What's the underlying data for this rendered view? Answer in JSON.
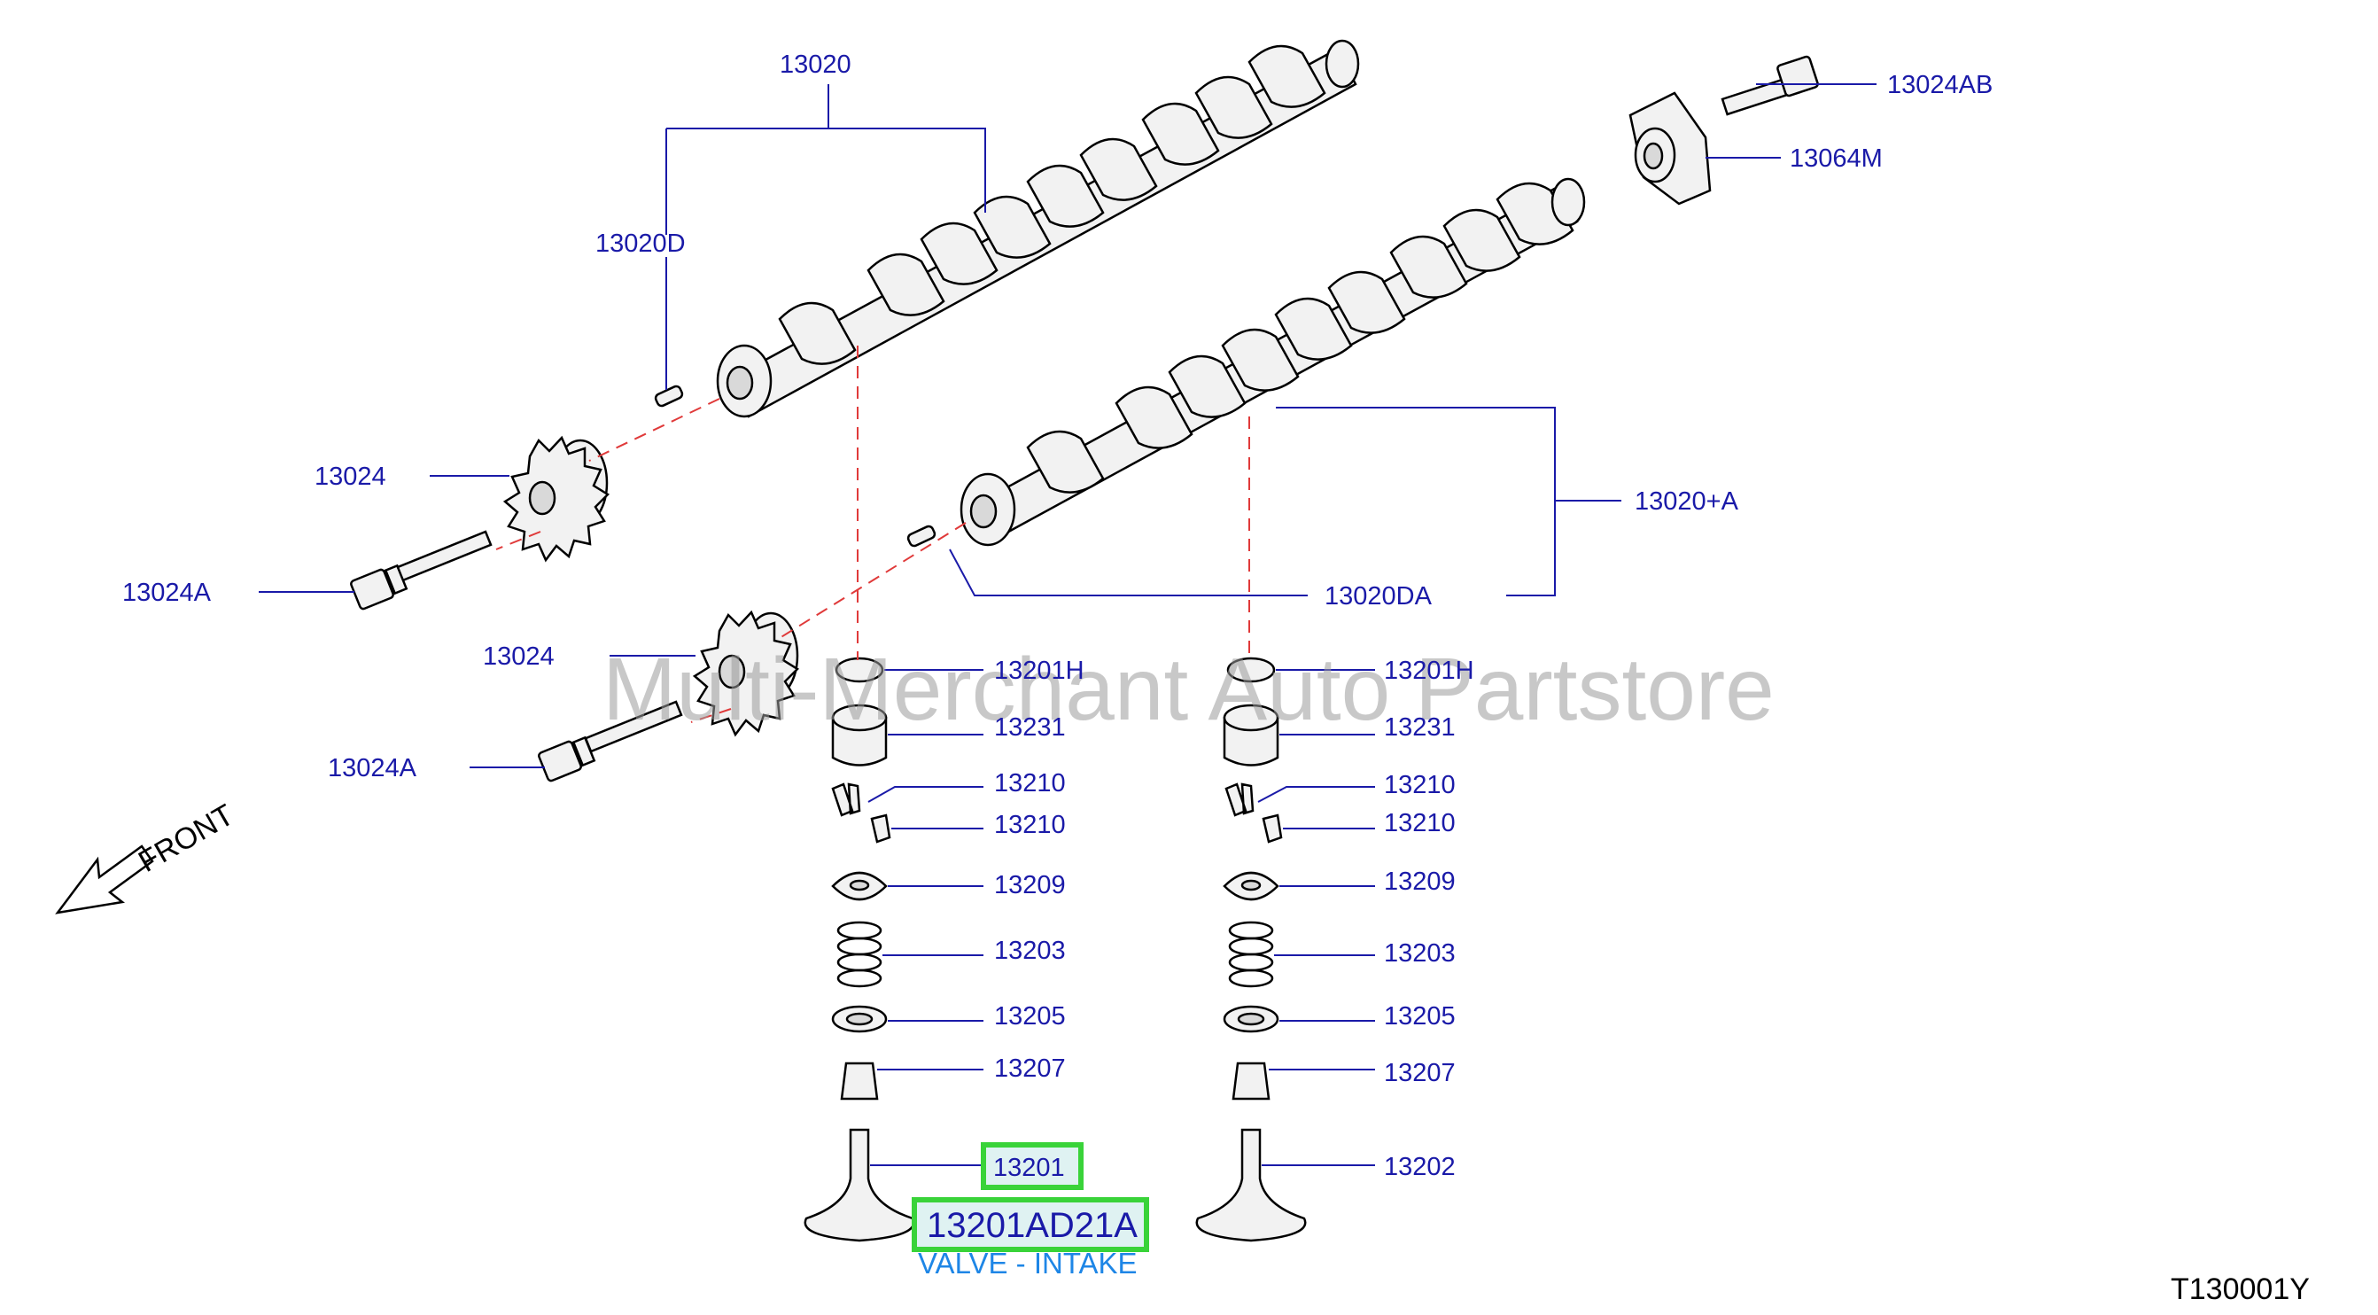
{
  "diagram": {
    "watermark": "Multi-Merchant Auto Partstore",
    "figure_code": "T130001Y",
    "front_label": "FRONT",
    "labels": {
      "camshaft_upper": "13020",
      "dowel_upper": "13020D",
      "sprocket_upper": "13024",
      "bolt_upper": "13024A",
      "bolt_right": "13024AB",
      "plate_right": "13064M",
      "camshaft_lower": "13020+A",
      "dowel_lower": "13020DA",
      "sprocket_lower": "13024",
      "bolt_lower": "13024A",
      "shim_left": "13201H",
      "lifter_left": "13231",
      "collet_left_a": "13210",
      "collet_left_b": "13210",
      "retainer_left": "13209",
      "spring_left": "13203",
      "seat_left": "13205",
      "seal_left": "13207",
      "valve_left": "13201",
      "shim_right": "13201H",
      "lifter_right": "13231",
      "collet_right_a": "13210",
      "collet_right_b": "13210",
      "retainer_right": "13209",
      "spring_right": "13203",
      "seat_right": "13205",
      "seal_right": "13207",
      "valve_right": "13202"
    },
    "highlight": {
      "part_number": "13201AD21A",
      "description": "VALVE - INTAKE"
    }
  }
}
